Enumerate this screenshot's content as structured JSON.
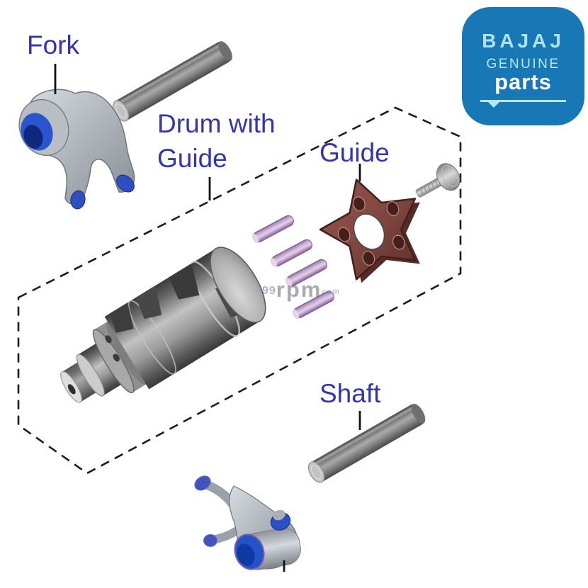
{
  "labels": {
    "fork": "Fork",
    "drum_line1": "Drum with",
    "drum_line2": "Guide",
    "guide": "Guide",
    "shaft": "Shaft",
    "label_color": "#3535ab"
  },
  "logo": {
    "brand": "BAJAJ",
    "genuine": "GENUINE",
    "parts": "parts",
    "bg_color": "#1878b5",
    "light_color": "#b9e8f5",
    "parts_color": "#ffffff"
  },
  "watermark": {
    "prefix": "99",
    "main": "rpm",
    "suffix": "com"
  },
  "parts": {
    "upper_fork": {
      "name": "shift fork (upper)",
      "body_color": "#aab0b7",
      "accent_color": "#2b52c5"
    },
    "upper_rod": {
      "name": "fork shaft rod (upper)",
      "color": "#8a8a8a"
    },
    "drum": {
      "name": "shift drum with guide",
      "color": "#8f8f8f"
    },
    "guide_star": {
      "name": "guide star plate",
      "color": "#7d453e",
      "points": 5,
      "holes": 5
    },
    "bolt": {
      "name": "guide bolt",
      "color": "#b5b5b5"
    },
    "pins": {
      "name": "drum pins",
      "count": 4,
      "color": "#c2a3ce"
    },
    "lower_rod": {
      "name": "fork shaft rod (lower)",
      "color": "#8a8a8a"
    },
    "lower_fork": {
      "name": "shift fork (lower)",
      "body_color": "#aab0b7",
      "accent_color": "#2b52c5"
    }
  }
}
